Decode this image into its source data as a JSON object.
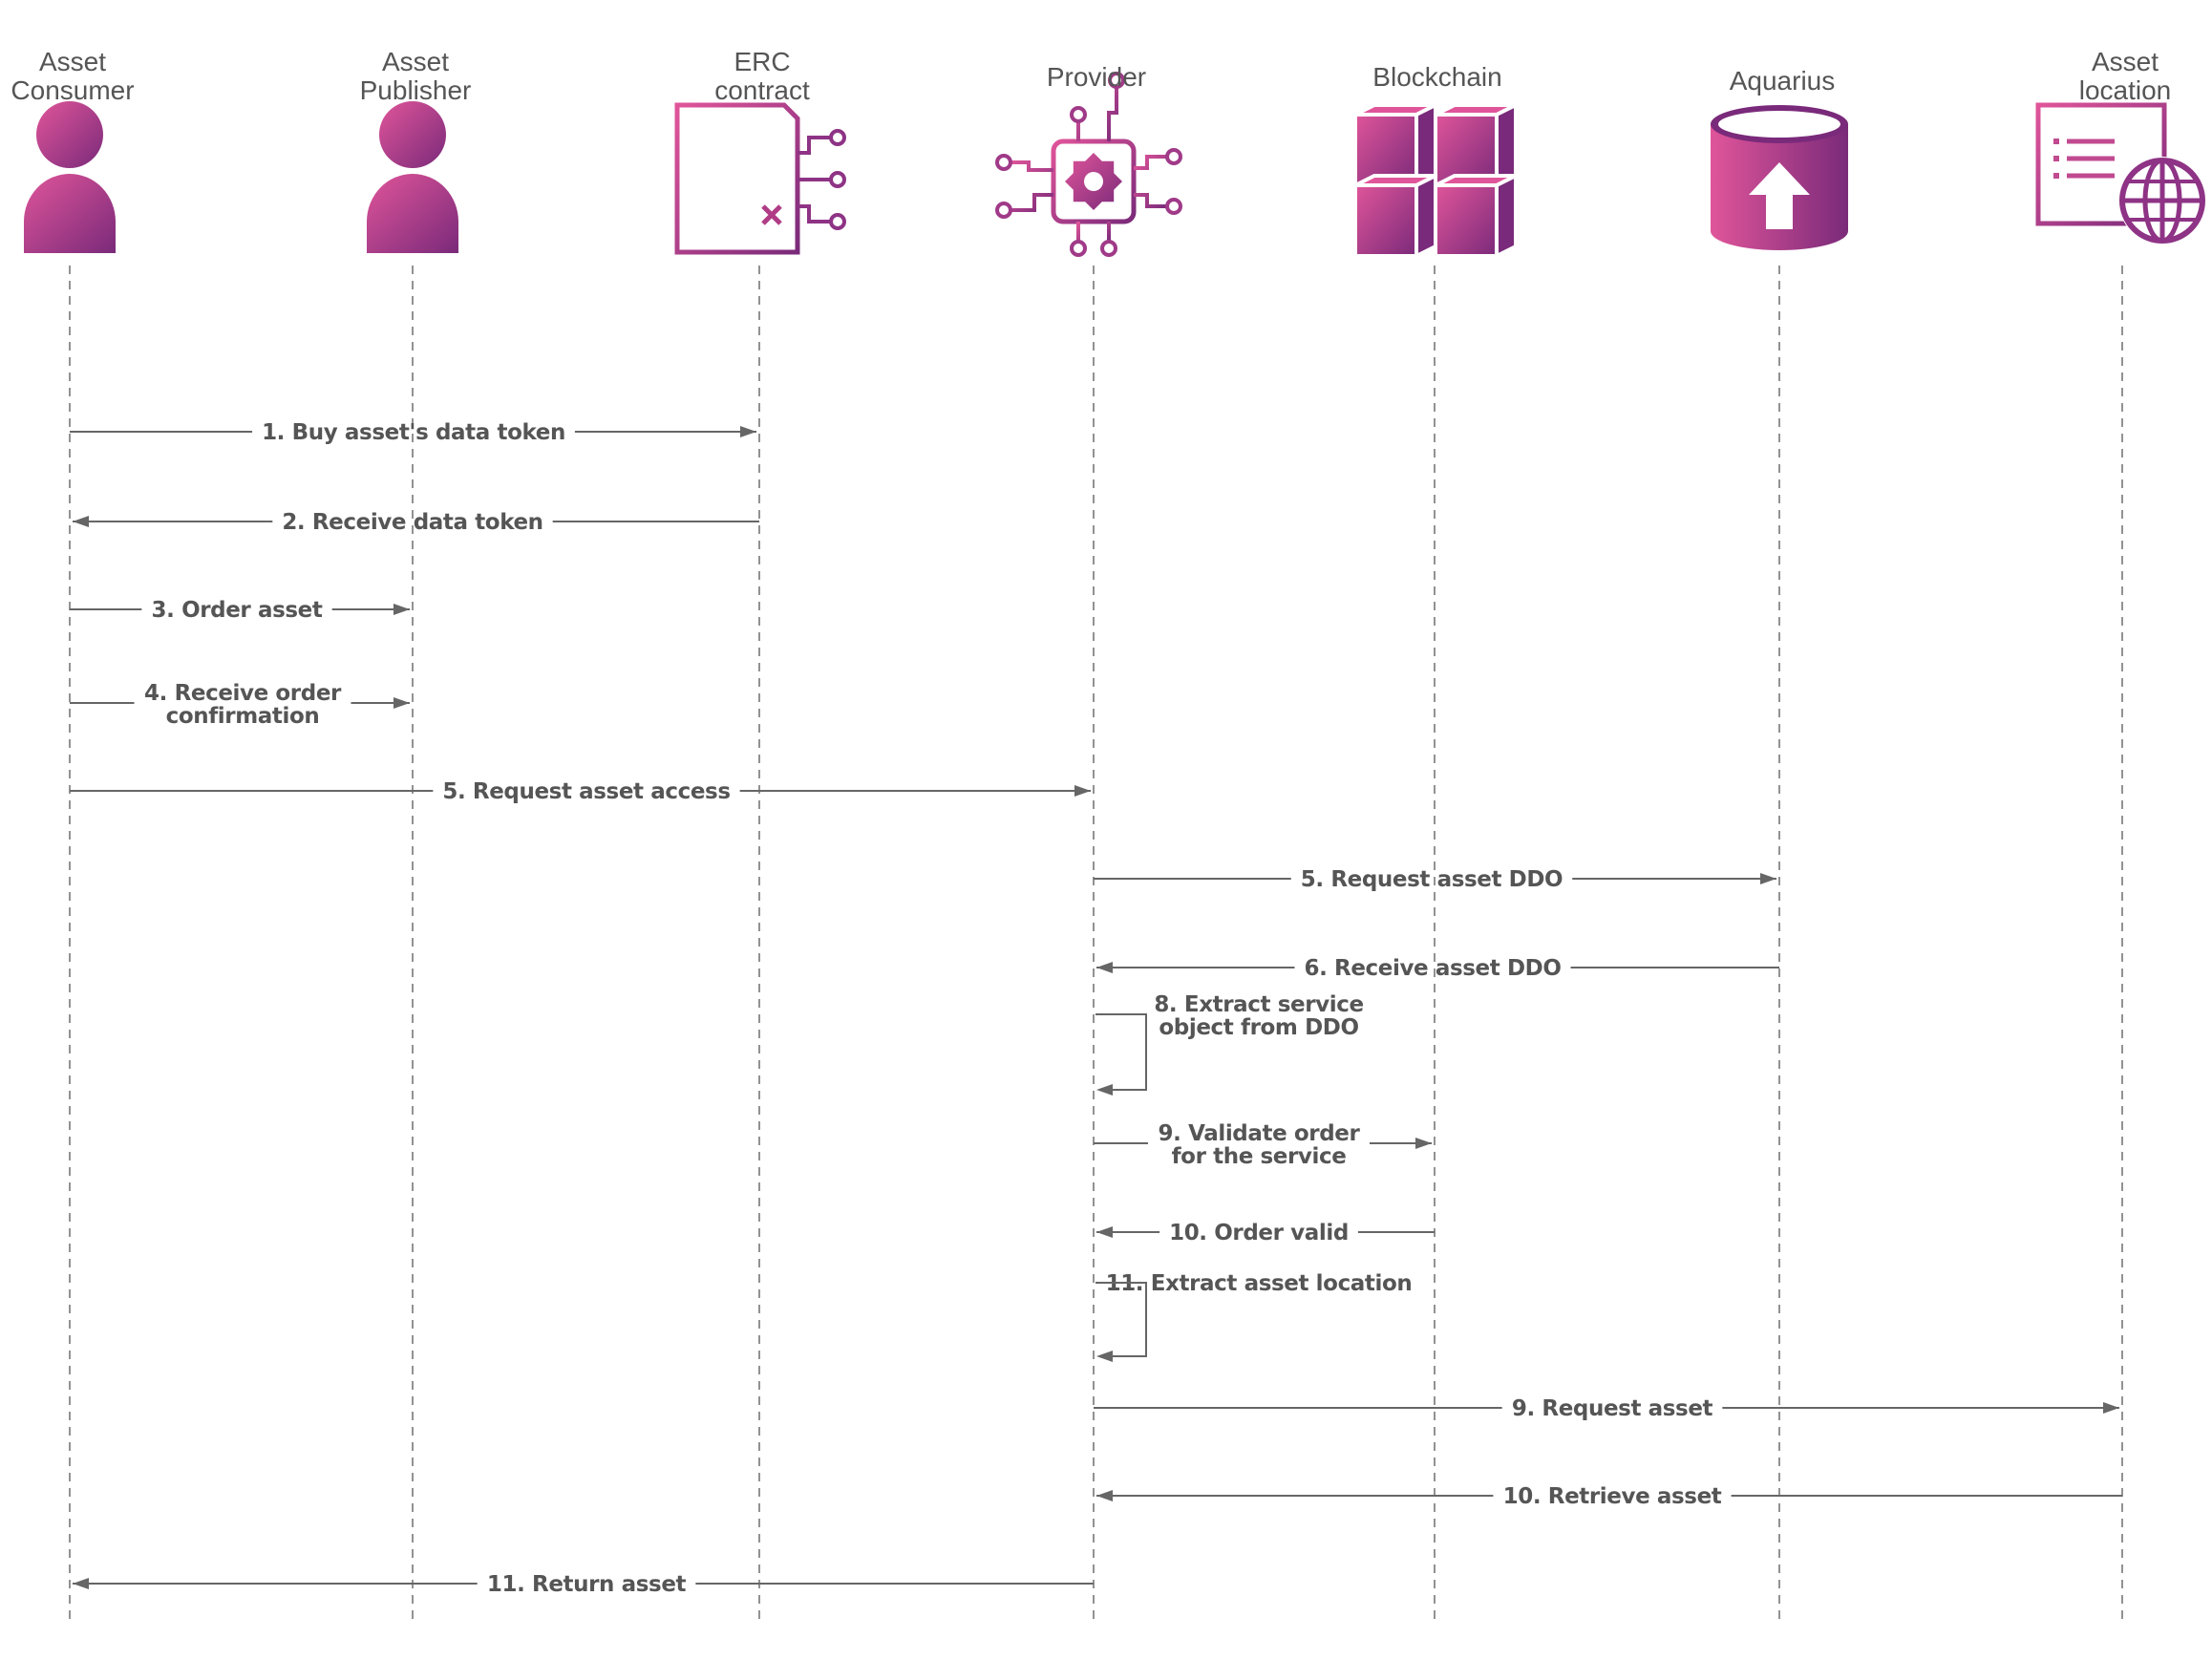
{
  "actors": [
    {
      "id": "consumer",
      "label": [
        "Asset",
        "Consumer"
      ],
      "icon": "person-icon"
    },
    {
      "id": "publisher",
      "label": [
        "Asset",
        "Publisher"
      ],
      "icon": "person-icon"
    },
    {
      "id": "erc",
      "label": [
        "ERC",
        "contract"
      ],
      "icon": "contract-icon"
    },
    {
      "id": "provider",
      "label": [
        "Provider"
      ],
      "icon": "provider-chip-icon"
    },
    {
      "id": "blockchain",
      "label": [
        "Blockchain"
      ],
      "icon": "blockchain-cubes-icon"
    },
    {
      "id": "aquarius",
      "label": [
        "Aquarius"
      ],
      "icon": "database-upload-icon"
    },
    {
      "id": "location",
      "label": [
        "Asset",
        "location"
      ],
      "icon": "web-page-globe-icon"
    }
  ],
  "messages": [
    {
      "from": "consumer",
      "to": "erc",
      "label": [
        "1. Buy asset's data token"
      ]
    },
    {
      "from": "erc",
      "to": "consumer",
      "label": [
        "2. Receive data token"
      ]
    },
    {
      "from": "consumer",
      "to": "publisher",
      "label": [
        "3. Order asset"
      ]
    },
    {
      "from": "consumer",
      "to": "publisher",
      "label": [
        "4. Receive order",
        "confirmation"
      ]
    },
    {
      "from": "consumer",
      "to": "provider",
      "label": [
        "5. Request asset access"
      ]
    },
    {
      "from": "provider",
      "to": "aquarius",
      "label": [
        "5. Request asset DDO"
      ]
    },
    {
      "from": "aquarius",
      "to": "provider",
      "label": [
        "6. Receive asset DDO"
      ]
    },
    {
      "from": "provider",
      "to": "provider",
      "label": [
        "8. Extract service",
        "object from DDO"
      ]
    },
    {
      "from": "provider",
      "to": "blockchain",
      "label": [
        "9. Validate order",
        "for the service"
      ]
    },
    {
      "from": "blockchain",
      "to": "provider",
      "label": [
        "10. Order valid"
      ]
    },
    {
      "from": "provider",
      "to": "provider",
      "label": [
        "11. Extract asset location"
      ]
    },
    {
      "from": "provider",
      "to": "location",
      "label": [
        "9. Request asset"
      ]
    },
    {
      "from": "location",
      "to": "provider",
      "label": [
        "10. Retrieve asset"
      ]
    },
    {
      "from": "provider",
      "to": "consumer",
      "label": [
        "11. Return asset"
      ]
    }
  ],
  "colors": {
    "icon_start": "#e0559a",
    "icon_end": "#7a2a7a",
    "line": "#666666",
    "text": "#555555"
  }
}
